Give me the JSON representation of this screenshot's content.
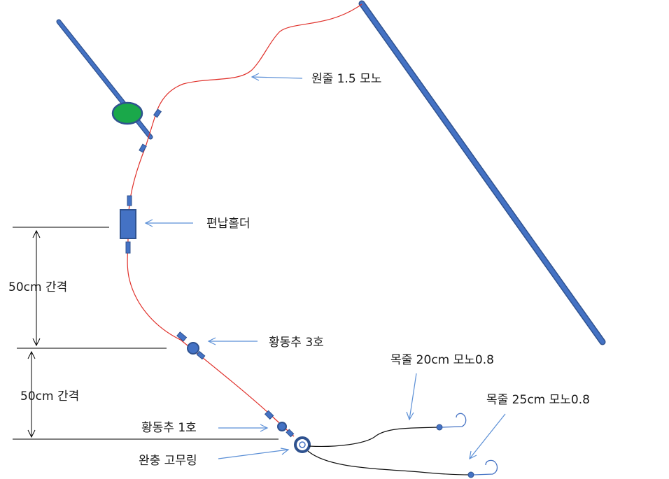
{
  "colors": {
    "rod": "#4472c4",
    "rod_outline": "#2f528f",
    "main_line": "#e0302a",
    "leader_line": "#111111",
    "arrow": "#5b8fd6",
    "float_bobber": "#1aa84a",
    "text": "#1a1a1a"
  },
  "labels": {
    "main_line": "원줄 1.5 모노",
    "sinker_holder": "편납홀더",
    "spacing_top": "50cm 간격",
    "brass_sinker_3": "황동추 3호",
    "spacing_bottom": "50cm 간격",
    "leader_20": "목줄 20cm 모노0.8",
    "leader_25": "목줄 25cm 모노0.8",
    "brass_sinker_1": "황동추 1호",
    "cushion_ring": "완충 고무링"
  }
}
